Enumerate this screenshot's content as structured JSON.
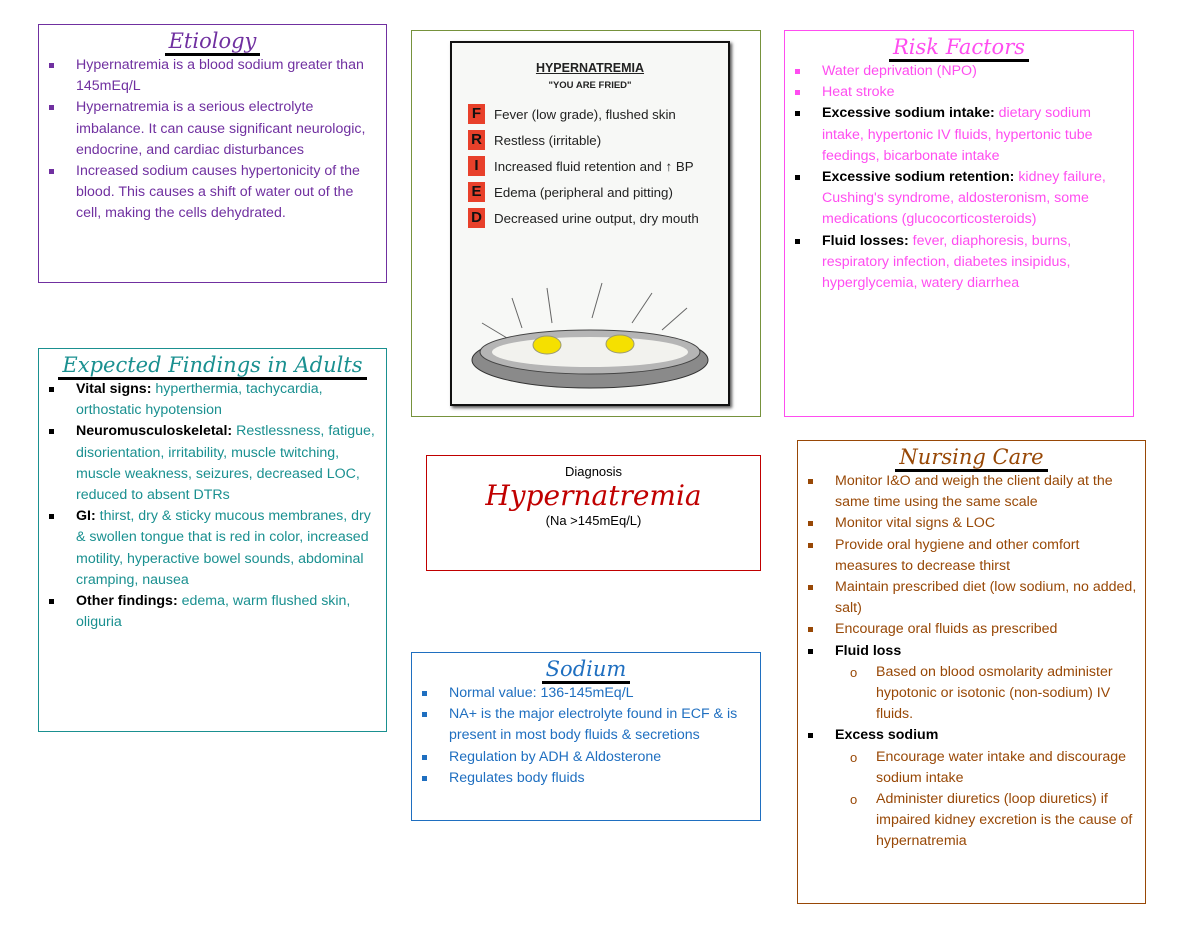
{
  "etiology": {
    "title": "Etiology",
    "items": [
      {
        "text": " Hypernatremia is a blood sodium greater than 145mEq/L"
      },
      {
        "text": "Hypernatremia is a serious electrolyte imbalance. It can cause significant neurologic, endocrine, and cardiac disturbances"
      },
      {
        "text": "Increased sodium causes hypertonicity of the blood. This causes a shift of water out of the cell, making the cells dehydrated."
      }
    ]
  },
  "fried_card": {
    "title": "HYPERNATREMIA",
    "subtitle": "\"YOU ARE FRIED\"",
    "rows": [
      {
        "letter": "F",
        "text": "Fever (low grade), flushed skin"
      },
      {
        "letter": "R",
        "text": "Restless (irritable)"
      },
      {
        "letter": "I",
        "text": "Increased fluid retention and ↑ BP"
      },
      {
        "letter": "E",
        "text": "Edema (peripheral and pitting)"
      },
      {
        "letter": "D",
        "text": "Decreased urine output, dry mouth"
      }
    ]
  },
  "risk_factors": {
    "title": "Risk Factors",
    "items": [
      {
        "text": "Water deprivation (NPO)"
      },
      {
        "text": "Heat stroke"
      },
      {
        "label": "Excessive sodium intake:",
        "text": " dietary sodium intake, hypertonic IV fluids, hypertonic tube feedings, bicarbonate intake"
      },
      {
        "label": "Excessive sodium retention:",
        "text": " kidney failure, Cushing's syndrome, aldosteronism, some medications (glucocorticosteroids)"
      },
      {
        "label": "Fluid losses:",
        "text": " fever, diaphoresis, burns, respiratory infection, diabetes insipidus, hyperglycemia, watery diarrhea"
      }
    ]
  },
  "expected_findings": {
    "title": "Expected Findings in Adults",
    "items": [
      {
        "label": "Vital signs:",
        "text": " hyperthermia, tachycardia, orthostatic hypotension"
      },
      {
        "label": "Neuromusculoskeletal:",
        "text": " Restlessness, fatigue, disorientation, irritability, muscle twitching, muscle weakness, seizures, decreased LOC, reduced to absent DTRs"
      },
      {
        "label": "GI:",
        "text": " thirst, dry & sticky mucous membranes, dry & swollen tongue that is red in color, increased motility, hyperactive bowel sounds, abdominal cramping, nausea"
      },
      {
        "label": "Other findings:",
        "text": " edema, warm flushed skin, oliguria"
      }
    ]
  },
  "diagnosis": {
    "label": "Diagnosis",
    "name": "Hypernatremia",
    "value": "(Na >145mEq/L)"
  },
  "sodium": {
    "title": "Sodium",
    "items": [
      {
        "text": "Normal value: 136-145mEq/L"
      },
      {
        "text": "NA+ is the major electrolyte found in ECF & is present in most body fluids & secretions"
      },
      {
        "text": "Regulation by ADH & Aldosterone"
      },
      {
        "text": "Regulates body fluids"
      }
    ]
  },
  "nursing_care": {
    "title": "Nursing Care",
    "items": [
      {
        "text": "Monitor I&O and weigh the client daily at the same time using the same scale"
      },
      {
        "text": "Monitor vital signs & LOC"
      },
      {
        "text": "Provide oral hygiene and other comfort measures to decrease thirst"
      },
      {
        "text": "Maintain prescribed diet (low sodium, no added, salt)"
      },
      {
        "text": "Encourage oral fluids as prescribed"
      },
      {
        "label": "Fluid loss",
        "text": ""
      },
      {
        "sub": true,
        "text": "Based on blood osmolarity administer hypotonic or isotonic (non-sodium) IV fluids."
      },
      {
        "label": "Excess sodium",
        "text": ""
      },
      {
        "sub": true,
        "text": "Encourage water intake and discourage sodium intake"
      },
      {
        "sub": true,
        "text": "Administer diuretics (loop diuretics) if impaired kidney excretion is the cause of hypernatremia"
      }
    ]
  },
  "colors": {
    "etiology": "#7030a0",
    "expected": "#1a9090",
    "risk": "#ff4df0",
    "nursing": "#984806",
    "sodium": "#1f6fc0",
    "diagnosis": "#c00000"
  }
}
